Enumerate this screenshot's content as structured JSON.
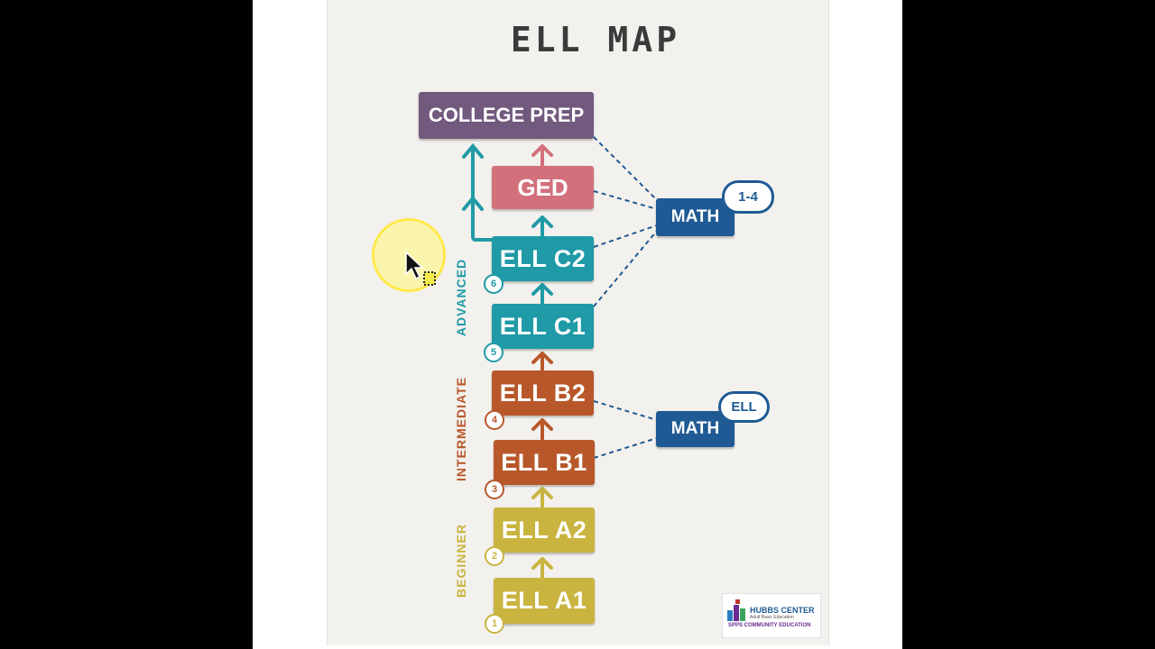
{
  "title": "ELL MAP",
  "top_box": {
    "label": "COLLEGE PREP",
    "color": "#72597e"
  },
  "ged_box": {
    "label": "GED",
    "color": "#d2707c"
  },
  "levels": [
    {
      "label": "ELL C2",
      "badge": "6",
      "color": "#1f9aa6"
    },
    {
      "label": "ELL C1",
      "badge": "5",
      "color": "#1f9aa6"
    },
    {
      "label": "ELL B2",
      "badge": "4",
      "color": "#b8582a"
    },
    {
      "label": "ELL B1",
      "badge": "3",
      "color": "#b8582a"
    },
    {
      "label": "ELL A2",
      "badge": "2",
      "color": "#c9b440"
    },
    {
      "label": "ELL A1",
      "badge": "1",
      "color": "#c9b440"
    }
  ],
  "stages": {
    "advanced": {
      "label": "ADVANCED",
      "color": "#1f9aa6"
    },
    "intermediate": {
      "label": "INTERMEDIATE",
      "color": "#b8582a"
    },
    "beginner": {
      "label": "BEGINNER",
      "color": "#c9b440"
    }
  },
  "math_upper": {
    "label": "MATH",
    "pill": "1-4",
    "color": "#1f5a94"
  },
  "math_lower": {
    "label": "MATH",
    "pill": "ELL",
    "color": "#1f5a94"
  },
  "logo": {
    "name": "HUBBS CENTER",
    "subtitle": "Adult Basic Education",
    "org": "SPPS COMMUNITY EDUCATION"
  }
}
